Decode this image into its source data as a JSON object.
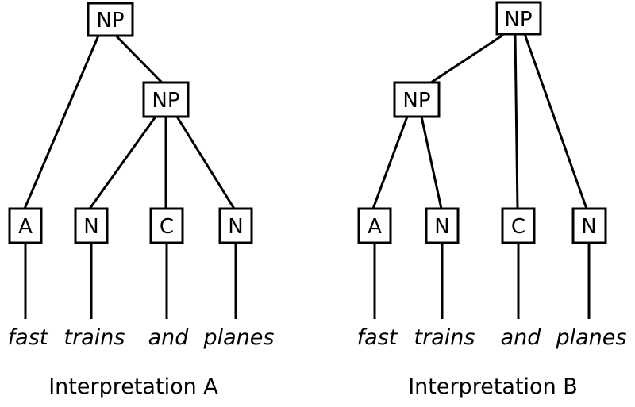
{
  "diagram": {
    "type": "syntax-trees",
    "background_color": "#ffffff",
    "stroke_color": "#000000",
    "trees": [
      {
        "caption": "Interpretation A",
        "root": {
          "label": "NP"
        },
        "inner": {
          "label": "NP",
          "covers_words": [
            "trains",
            "and",
            "planes"
          ]
        },
        "leaves": [
          {
            "tag": "A",
            "word": "fast",
            "parent": "root"
          },
          {
            "tag": "N",
            "word": "trains",
            "parent": "inner"
          },
          {
            "tag": "C",
            "word": "and",
            "parent": "inner"
          },
          {
            "tag": "N",
            "word": "planes",
            "parent": "inner"
          }
        ]
      },
      {
        "caption": "Interpretation B",
        "root": {
          "label": "NP"
        },
        "inner": {
          "label": "NP",
          "covers_words": [
            "fast",
            "trains"
          ]
        },
        "leaves": [
          {
            "tag": "A",
            "word": "fast",
            "parent": "inner"
          },
          {
            "tag": "N",
            "word": "trains",
            "parent": "inner"
          },
          {
            "tag": "C",
            "word": "and",
            "parent": "root"
          },
          {
            "tag": "N",
            "word": "planes",
            "parent": "root"
          }
        ]
      }
    ]
  }
}
